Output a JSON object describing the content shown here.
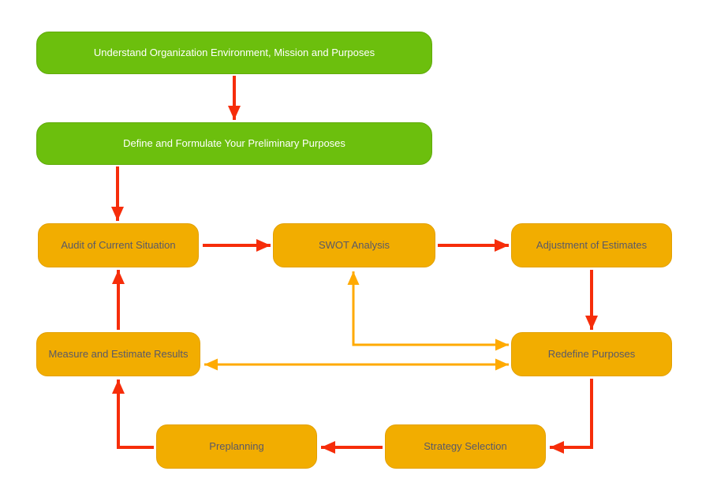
{
  "diagram": {
    "type": "flowchart",
    "background": "#ffffff"
  },
  "nodes": {
    "understand": {
      "label": "Understand Organization Environment, Mission and Purposes",
      "style": "green"
    },
    "define": {
      "label": "Define and Formulate Your Preliminary Purposes",
      "style": "green"
    },
    "audit": {
      "label": "Audit of Current Situation",
      "style": "orange"
    },
    "swot": {
      "label": "SWOT Analysis",
      "style": "orange"
    },
    "adjustment": {
      "label": "Adjustment of Estimates",
      "style": "orange"
    },
    "measure": {
      "label": "Measure and Estimate Results",
      "style": "orange"
    },
    "redefine": {
      "label": "Redefine Purposes",
      "style": "orange"
    },
    "preplanning": {
      "label": "Preplanning",
      "style": "orange"
    },
    "strategy": {
      "label": "Strategy Selection",
      "style": "orange"
    }
  },
  "edges": [
    {
      "from": "understand",
      "to": "define",
      "color": "red",
      "heads": "end"
    },
    {
      "from": "define",
      "to": "audit",
      "color": "red",
      "heads": "end"
    },
    {
      "from": "audit",
      "to": "swot",
      "color": "red",
      "heads": "end"
    },
    {
      "from": "swot",
      "to": "adjustment",
      "color": "red",
      "heads": "end"
    },
    {
      "from": "adjustment",
      "to": "redefine",
      "color": "red",
      "heads": "end"
    },
    {
      "from": "redefine",
      "to": "strategy",
      "color": "red",
      "heads": "end"
    },
    {
      "from": "strategy",
      "to": "preplanning",
      "color": "red",
      "heads": "end"
    },
    {
      "from": "preplanning",
      "to": "measure",
      "color": "red",
      "heads": "end"
    },
    {
      "from": "measure",
      "to": "audit",
      "color": "red",
      "heads": "end"
    },
    {
      "from": "redefine",
      "to": "swot",
      "color": "orange",
      "heads": "both"
    },
    {
      "from": "redefine",
      "to": "measure",
      "color": "orange",
      "heads": "both"
    }
  ],
  "colors": {
    "green_fill": "#6cbf0d",
    "green_text": "#ffffff",
    "orange_fill": "#f2ad00",
    "orange_text": "#595968",
    "red_arrow": "#f62d0a",
    "orange_arrow": "#ffaa00",
    "background": "#ffffff"
  }
}
